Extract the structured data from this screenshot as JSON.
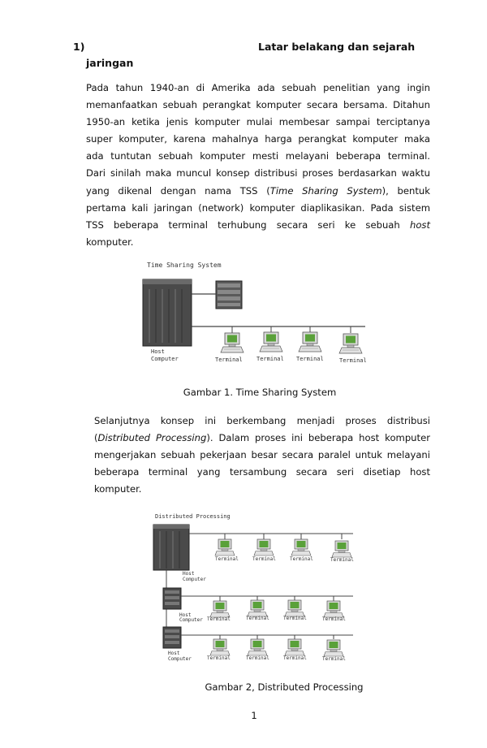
{
  "heading": {
    "number": "1)",
    "title_part1": "Latar belakang dan sejarah",
    "title_part2": "jaringan"
  },
  "paragraph1": {
    "lines": [
      "Pada tahun 1940-an di Amerika ada sebuah penelitian yang ingin",
      "memanfaatkan sebuah perangkat komputer secara bersama. Ditahun",
      "1950-an ketika jenis komputer mulai membesar sampai terciptanya",
      "super komputer, karena mahalnya harga perangkat komputer maka",
      "ada tuntutan sebuah komputer mesti melayani beberapa terminal.",
      "Dari sinilah maka muncul konsep distribusi proses berdasarkan waktu"
    ],
    "line7_pre": "yang dikenal dengan nama TSS (",
    "line7_italic": "Time Sharing System",
    "line7_post": "), bentuk",
    "line8": "pertama kali jaringan (network) komputer diaplikasikan. Pada sistem",
    "line9_pre": "TSS beberapa terminal terhubung secara seri ke sebuah ",
    "line9_italic": "host",
    "line10": "komputer."
  },
  "figure1": {
    "title": "Time Sharing System",
    "host_label_1": "Host",
    "host_label_2": "Computer",
    "terminal_label": "Terminal",
    "caption": "Gambar 1. Time Sharing System"
  },
  "paragraph2": {
    "line1": "Selanjutnya konsep ini berkembang menjadi proses distribusi",
    "line2_pre": "(",
    "line2_italic": "Distributed Processing",
    "line2_post": "). Dalam proses ini beberapa host komputer",
    "line3": "mengerjakan sebuah pekerjaan besar secara paralel untuk melayani",
    "line4": "beberapa terminal yang tersambung secara seri disetiap host",
    "line5": "komputer."
  },
  "figure2": {
    "title": "Distributed Processing",
    "host_label_1": "Host",
    "host_label_2": "Computer",
    "terminal_label": "Terminal",
    "caption": "Gambar 2, Distributed Processing"
  },
  "page_number": "1",
  "colors": {
    "text": "#111111",
    "terminal_screen": "#5aa13a",
    "terminal_body": "#d9d9d9",
    "server_dark": "#4a4a4a"
  }
}
